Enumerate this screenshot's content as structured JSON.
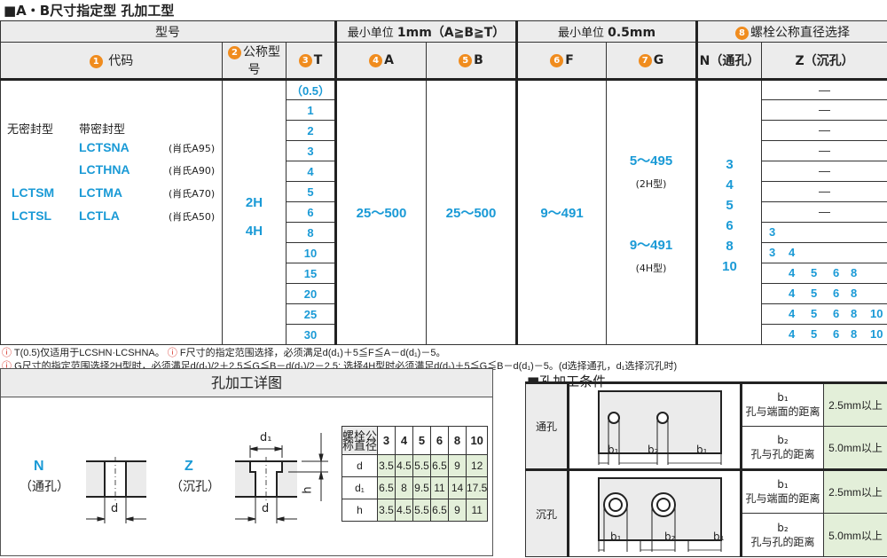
{
  "title": "■A・B尺寸指定型  孔加工型",
  "header": {
    "model": "型号",
    "unit1_prefix": "最小单位 ",
    "unit1_bold": "1mm（A≧B≧T）",
    "unit2_prefix": "最小单位 ",
    "unit2_bold": "0.5mm",
    "bolt_select": "螺栓公称直径选择",
    "code": "代码",
    "nominal": "公称型号",
    "T": "T",
    "A": "A",
    "B": "B",
    "F": "F",
    "G": "G",
    "N": "N（通孔）",
    "Z": "Z（沉孔）",
    "nums": [
      "1",
      "2",
      "3",
      "4",
      "5",
      "6",
      "7",
      "8"
    ]
  },
  "codes": {
    "no_seal": "无密封型",
    "with_seal": "带密封型",
    "rows": [
      {
        "no_seal": "",
        "with_seal": "LCTSNA",
        "hardness": "(肖氏A95)"
      },
      {
        "no_seal": "",
        "with_seal": "LCTHNA",
        "hardness": "(肖氏A90)"
      },
      {
        "no_seal": "LCTSM",
        "with_seal": "LCTMA",
        "hardness": "(肖氏A70)"
      },
      {
        "no_seal": "LCTSL",
        "with_seal": "LCTLA",
        "hardness": "(肖氏A50)"
      }
    ]
  },
  "nominal_values": [
    "2H",
    "4H"
  ],
  "T_values": [
    "（0.5）",
    "1",
    "2",
    "3",
    "4",
    "5",
    "6",
    "8",
    "10",
    "15",
    "20",
    "25",
    "30"
  ],
  "A_range": "25～500",
  "B_range": "25～500",
  "F_range": "9～491",
  "G": {
    "v2h": "5～495",
    "l2h": "(2H型)",
    "v4h": "9～491",
    "l4h": "(4H型)"
  },
  "N_values": [
    "3",
    "4",
    "5",
    "6",
    "8",
    "10"
  ],
  "Z_rows": [
    [
      "—"
    ],
    [
      "—"
    ],
    [
      "—"
    ],
    [
      "—"
    ],
    [
      "—"
    ],
    [
      "—"
    ],
    [
      "—"
    ],
    [
      "3"
    ],
    [
      "3",
      "4"
    ],
    [
      "4",
      "5",
      "6",
      "8"
    ],
    [
      "4",
      "5",
      "6",
      "8"
    ],
    [
      "4",
      "5",
      "6",
      "8",
      "10"
    ],
    [
      "4",
      "5",
      "6",
      "8",
      "10"
    ]
  ],
  "notes": [
    "T(0.5)仅适用于LCSHN·LCSHNA。",
    "F尺寸的指定范围选择，必须满足d(d₁)＋5≦F≦A－d(d₁)－5。",
    "G尺寸的指定范围选择2H型时，必须满足d(d₁)/2＋2.5≦G≦B－d(d₁)/2－2.5; 选择4H型时必须满足d(d₁)＋5≦G≦B－d(d₁)－5。(d选择通孔，d₁选择沉孔时)"
  ],
  "detail": {
    "title": "孔加工详图",
    "N": "N",
    "N_label": "（通孔）",
    "Z": "Z",
    "Z_label": "（沉孔）",
    "d": "d",
    "d1": "d₁",
    "h": "h",
    "table": {
      "header": "螺栓公称直径",
      "cols": [
        "3",
        "4",
        "5",
        "6",
        "8",
        "10"
      ],
      "rows": [
        {
          "label": "d",
          "values": [
            "3.5",
            "4.5",
            "5.5",
            "6.5",
            "9",
            "12"
          ]
        },
        {
          "label": "d₁",
          "values": [
            "6.5",
            "8",
            "9.5",
            "11",
            "14",
            "17.5"
          ]
        },
        {
          "label": "h",
          "values": [
            "3.5",
            "4.5",
            "5.5",
            "6.5",
            "9",
            "11"
          ]
        }
      ]
    }
  },
  "conditions": {
    "title": "■孔加工条件",
    "rows": [
      {
        "type": "通孔",
        "items": [
          {
            "sym": "b₁",
            "desc": "孔与端面的距离",
            "val": "2.5mm以上"
          },
          {
            "sym": "b₂",
            "desc": "孔与孔的距离",
            "val": "5.0mm以上"
          }
        ]
      },
      {
        "type": "沉孔",
        "items": [
          {
            "sym": "b₁",
            "desc": "孔与端面的距离",
            "val": "2.5mm以上"
          },
          {
            "sym": "b₂",
            "desc": "孔与孔的距离",
            "val": "5.0mm以上"
          }
        ]
      }
    ],
    "b1": "b₁",
    "b2": "b₂"
  },
  "colors": {
    "accent": "#1a9ad6",
    "number_badge": "#f08c1e",
    "header_bg": "#ececec",
    "value_bg": "#e3efd9",
    "warning": "#d4281e"
  }
}
